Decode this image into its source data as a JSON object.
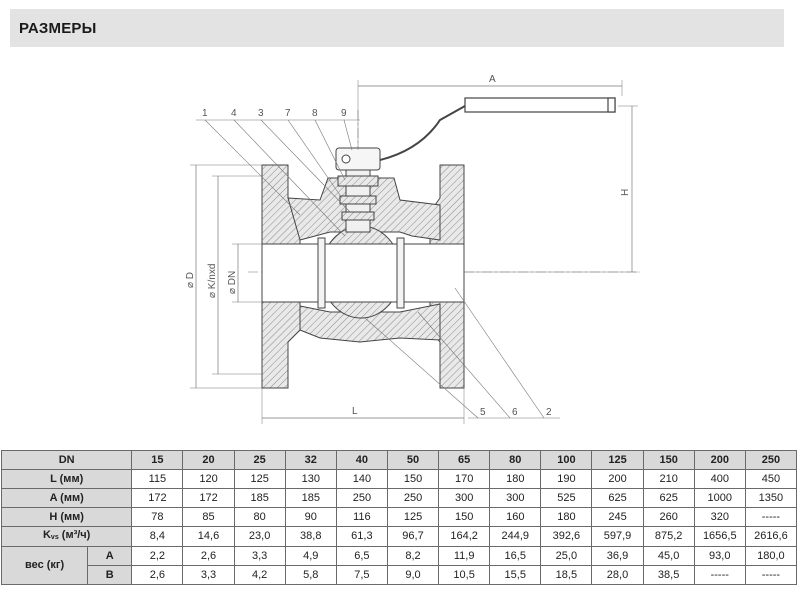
{
  "header": {
    "title": "РАЗМЕРЫ"
  },
  "drawing": {
    "callouts": [
      "1",
      "4",
      "3",
      "7",
      "8",
      "9",
      "5",
      "6",
      "2"
    ],
    "dims": {
      "a": "A",
      "h": "H",
      "l": "L",
      "d": "D",
      "k": "K/nxd",
      "dn": "DN"
    }
  },
  "table": {
    "dn_label": "DN",
    "dn": [
      "15",
      "20",
      "25",
      "32",
      "40",
      "50",
      "65",
      "80",
      "100",
      "125",
      "150",
      "200",
      "250"
    ],
    "rows": [
      {
        "label": "L (мм)",
        "values": [
          "115",
          "120",
          "125",
          "130",
          "140",
          "150",
          "170",
          "180",
          "190",
          "200",
          "210",
          "400",
          "450"
        ]
      },
      {
        "label": "A (мм)",
        "values": [
          "172",
          "172",
          "185",
          "185",
          "250",
          "250",
          "300",
          "300",
          "525",
          "625",
          "625",
          "1000",
          "1350"
        ]
      },
      {
        "label": "H (мм)",
        "values": [
          "78",
          "85",
          "80",
          "90",
          "116",
          "125",
          "150",
          "160",
          "180",
          "245",
          "260",
          "320",
          "-----"
        ]
      },
      {
        "label_main": "K",
        "label_sub": "vs",
        "label_rest": " (м³/ч)",
        "values": [
          "8,4",
          "14,6",
          "23,0",
          "38,8",
          "61,3",
          "96,7",
          "164,2",
          "244,9",
          "392,6",
          "597,9",
          "875,2",
          "1656,5",
          "2616,6"
        ]
      }
    ],
    "weight": {
      "label": "вес (кг)",
      "sub": [
        {
          "label": "A",
          "values": [
            "2,2",
            "2,6",
            "3,3",
            "4,9",
            "6,5",
            "8,2",
            "11,9",
            "16,5",
            "25,0",
            "36,9",
            "45,0",
            "93,0",
            "180,0"
          ]
        },
        {
          "label": "B",
          "values": [
            "2,6",
            "3,3",
            "4,2",
            "5,8",
            "7,5",
            "9,0",
            "10,5",
            "15,5",
            "18,5",
            "28,0",
            "38,5",
            "-----",
            "-----"
          ]
        }
      ]
    }
  }
}
